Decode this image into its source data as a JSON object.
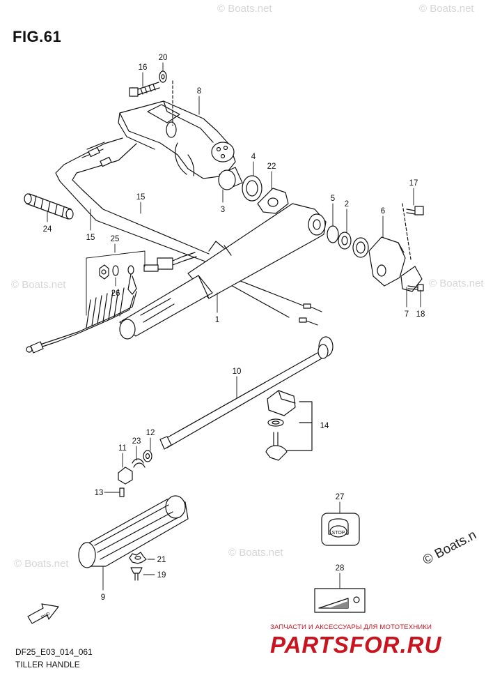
{
  "figure": {
    "title": "FIG.61",
    "code": "DF25_E03_014_061",
    "caption": "TILLER HANDLE"
  },
  "callouts": [
    "20",
    "16",
    "8",
    "4",
    "22",
    "3",
    "24",
    "15",
    "15",
    "25",
    "26",
    "5",
    "2",
    "6",
    "17",
    "1",
    "7",
    "18",
    "10",
    "14",
    "12",
    "23",
    "11",
    "13",
    "27",
    "21",
    "19",
    "9",
    "28"
  ],
  "decals": {
    "stop_label": "STOP",
    "fwd_label": "FWD"
  },
  "watermarks": {
    "small": "© Boats.net",
    "large": "© Boats.n"
  },
  "shop": {
    "line": "ЗАПЧАСТИ И АКСЕССУАРЫ ДЛЯ МОТОТЕХНИКИ",
    "logo": "PARTSFOR.RU",
    "color": "#c8141e"
  }
}
